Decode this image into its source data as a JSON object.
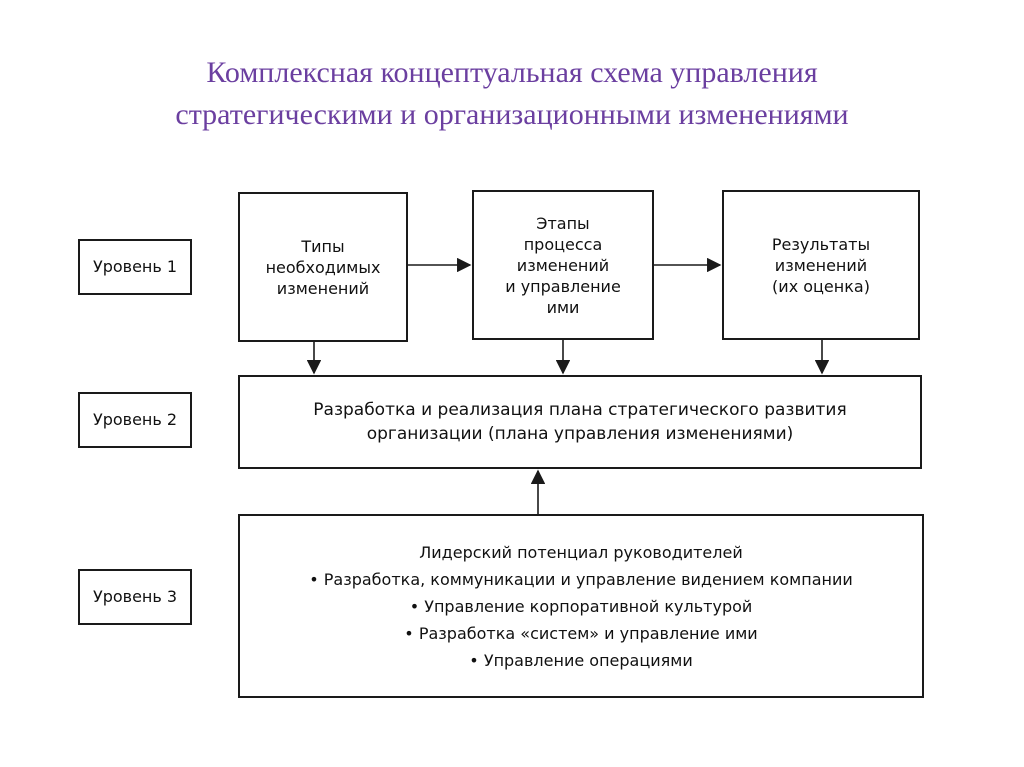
{
  "title": {
    "line1": "Комплексная концептуальная схема управления",
    "line2": "стратегическими и организационными изменениями"
  },
  "levels": {
    "level1": "Уровень 1",
    "level2": "Уровень 2",
    "level3": "Уровень 3"
  },
  "level1_boxes": {
    "types": [
      "Типы",
      "необходимых",
      "изменений"
    ],
    "stages": [
      "Этапы",
      "процесса",
      "изменений",
      "и управление",
      "ими"
    ],
    "results": [
      "Результаты",
      "изменений",
      "(их оценка)"
    ]
  },
  "level2_box": {
    "line1": "Разработка и реализация плана стратегического развития",
    "line2": "организации (плана управления изменениями)"
  },
  "level3_box": {
    "heading": "Лидерский потенциал руководителей",
    "items": [
      "Разработка, коммуникации и управление видением компании",
      "Управление корпоративной культурой",
      "Разработка «систем» и управление ими",
      "Управление операциями"
    ],
    "bullet": "•"
  },
  "colors": {
    "title": "#6b3fa0",
    "line": "#1a1a1a"
  }
}
